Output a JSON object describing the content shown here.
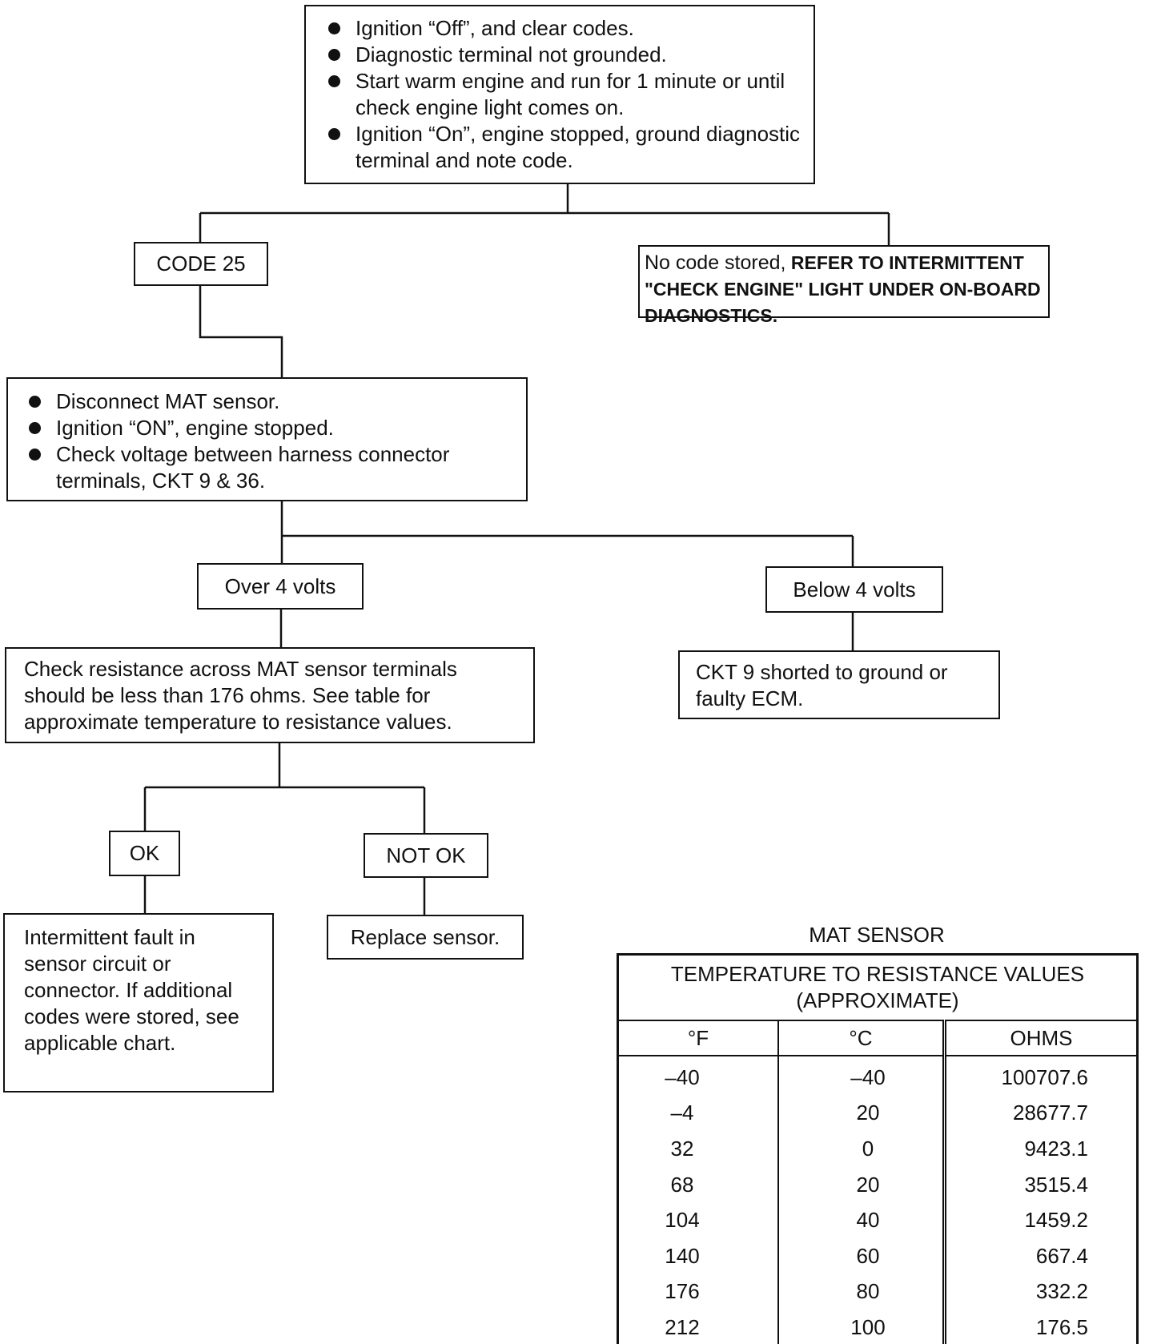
{
  "start_box": {
    "items": [
      "Ignition “Off”, and clear codes.",
      "Diagnostic terminal not grounded.",
      "Start warm engine and run for 1 minute or until check engine light comes on.",
      "Ignition “On”, engine stopped, ground diagnostic terminal and note code."
    ]
  },
  "code25": {
    "label": "CODE 25"
  },
  "no_code": {
    "lead": "No code stored,",
    "text": " REFER TO INTERMITTENT \"CHECK ENGINE\" LIGHT UNDER ON-BOARD DIAGNOSTICS."
  },
  "disconnect_box": {
    "items": [
      "Disconnect MAT sensor.",
      "Ignition “ON”, engine stopped.",
      "Check voltage between harness connector terminals, CKT 9 & 36."
    ]
  },
  "over4": {
    "label": "Over 4 volts"
  },
  "below4": {
    "label": "Below 4 volts"
  },
  "check_resistance": {
    "text": "Check resistance across MAT sensor terminals should be less than 176 ohms. See table for approximate temperature to resistance values."
  },
  "ckt9": {
    "text": "CKT 9 shorted to ground or faulty ECM."
  },
  "ok": {
    "label": "OK"
  },
  "not_ok": {
    "label": "NOT OK"
  },
  "intermittent": {
    "text": "Intermittent fault in sensor circuit or connector. If additional codes were stored, see applicable chart."
  },
  "replace": {
    "text": "Replace sensor."
  },
  "table": {
    "title": "MAT SENSOR",
    "caption_line1": "TEMPERATURE TO RESISTANCE VALUES",
    "caption_line2": "(APPROXIMATE)",
    "headers": [
      "°F",
      "°C",
      "OHMS"
    ],
    "rows": [
      [
        "–40",
        "–40",
        "100707.6"
      ],
      [
        "–4",
        "20",
        "28677.7"
      ],
      [
        "32",
        "0",
        "9423.1"
      ],
      [
        "68",
        "20",
        "3515.4"
      ],
      [
        "104",
        "40",
        "1459.2"
      ],
      [
        "140",
        "60",
        "667.4"
      ],
      [
        "176",
        "80",
        "332.2"
      ],
      [
        "212",
        "100",
        "176.5"
      ]
    ]
  }
}
